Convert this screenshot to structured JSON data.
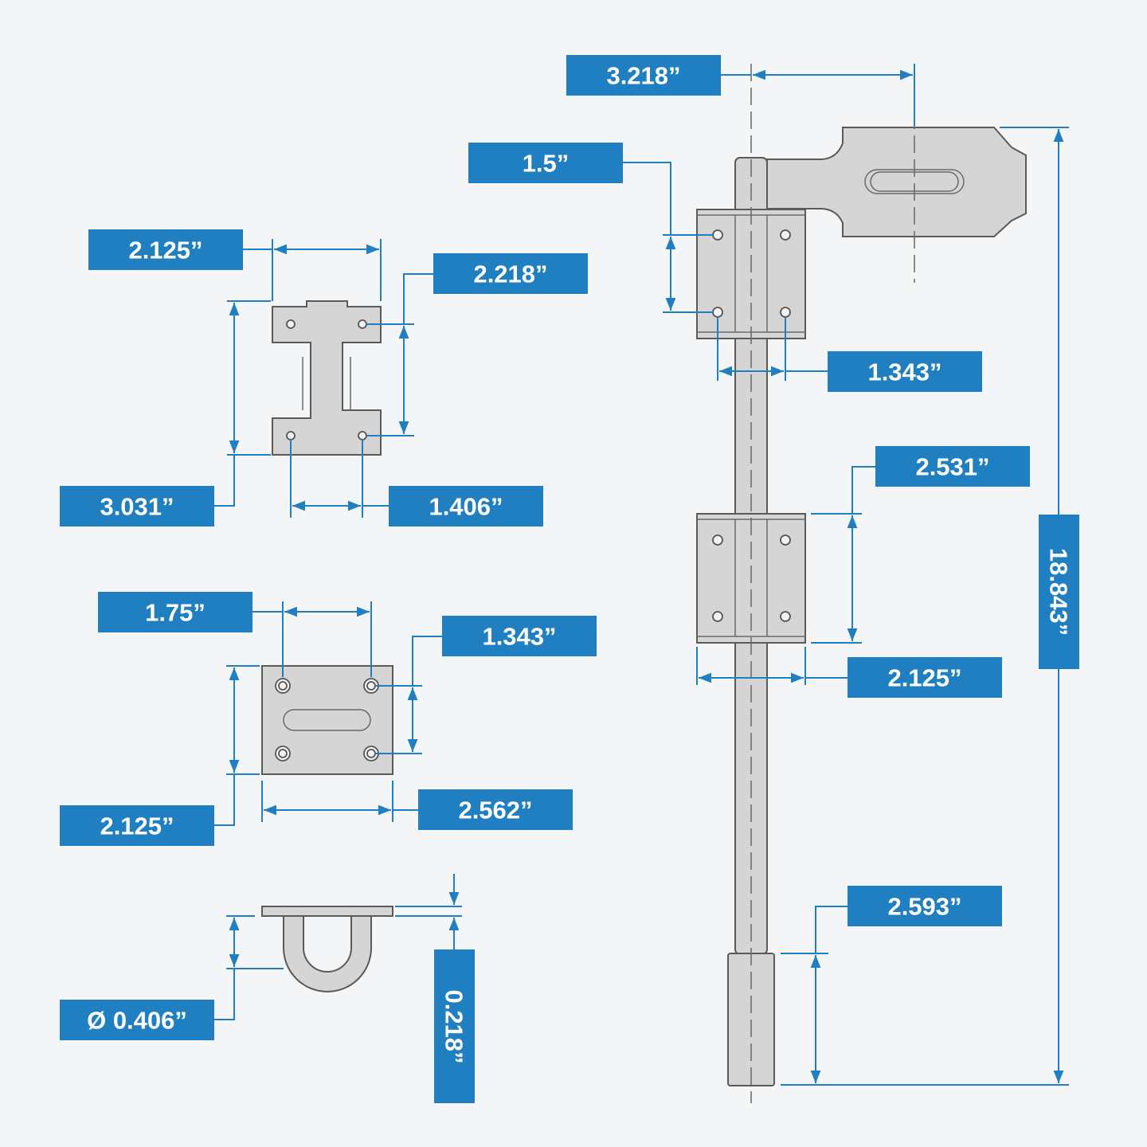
{
  "title": "Cane bolt latch hardware dimensions",
  "colors": {
    "accent": "#1f7fc0",
    "background": "#f3f5f7",
    "part_fill": "#d5d5d5"
  },
  "dimensions": {
    "hasp_offset": "3.218”",
    "bracket_hole_spacing_vertical": "1.5”",
    "keeper_width": "2.125”",
    "keeper_hole_spacing_vertical": "2.218”",
    "bracket_hole_spacing_horizontal": "1.343”",
    "bracket_height": "2.531”",
    "keeper_height": "3.031”",
    "keeper_hole_spacing_horizontal": "1.406”",
    "plate_hole_spacing_horizontal": "1.75”",
    "plate_hole_spacing_vertical": "1.343”",
    "bracket_width": "2.125”",
    "plate_height": "2.125”",
    "plate_width": "2.562”",
    "foot_length": "2.593”",
    "staple_diameter": "Ø 0.406”",
    "plate_thickness": "0.218”",
    "overall_length": "18.843”"
  }
}
